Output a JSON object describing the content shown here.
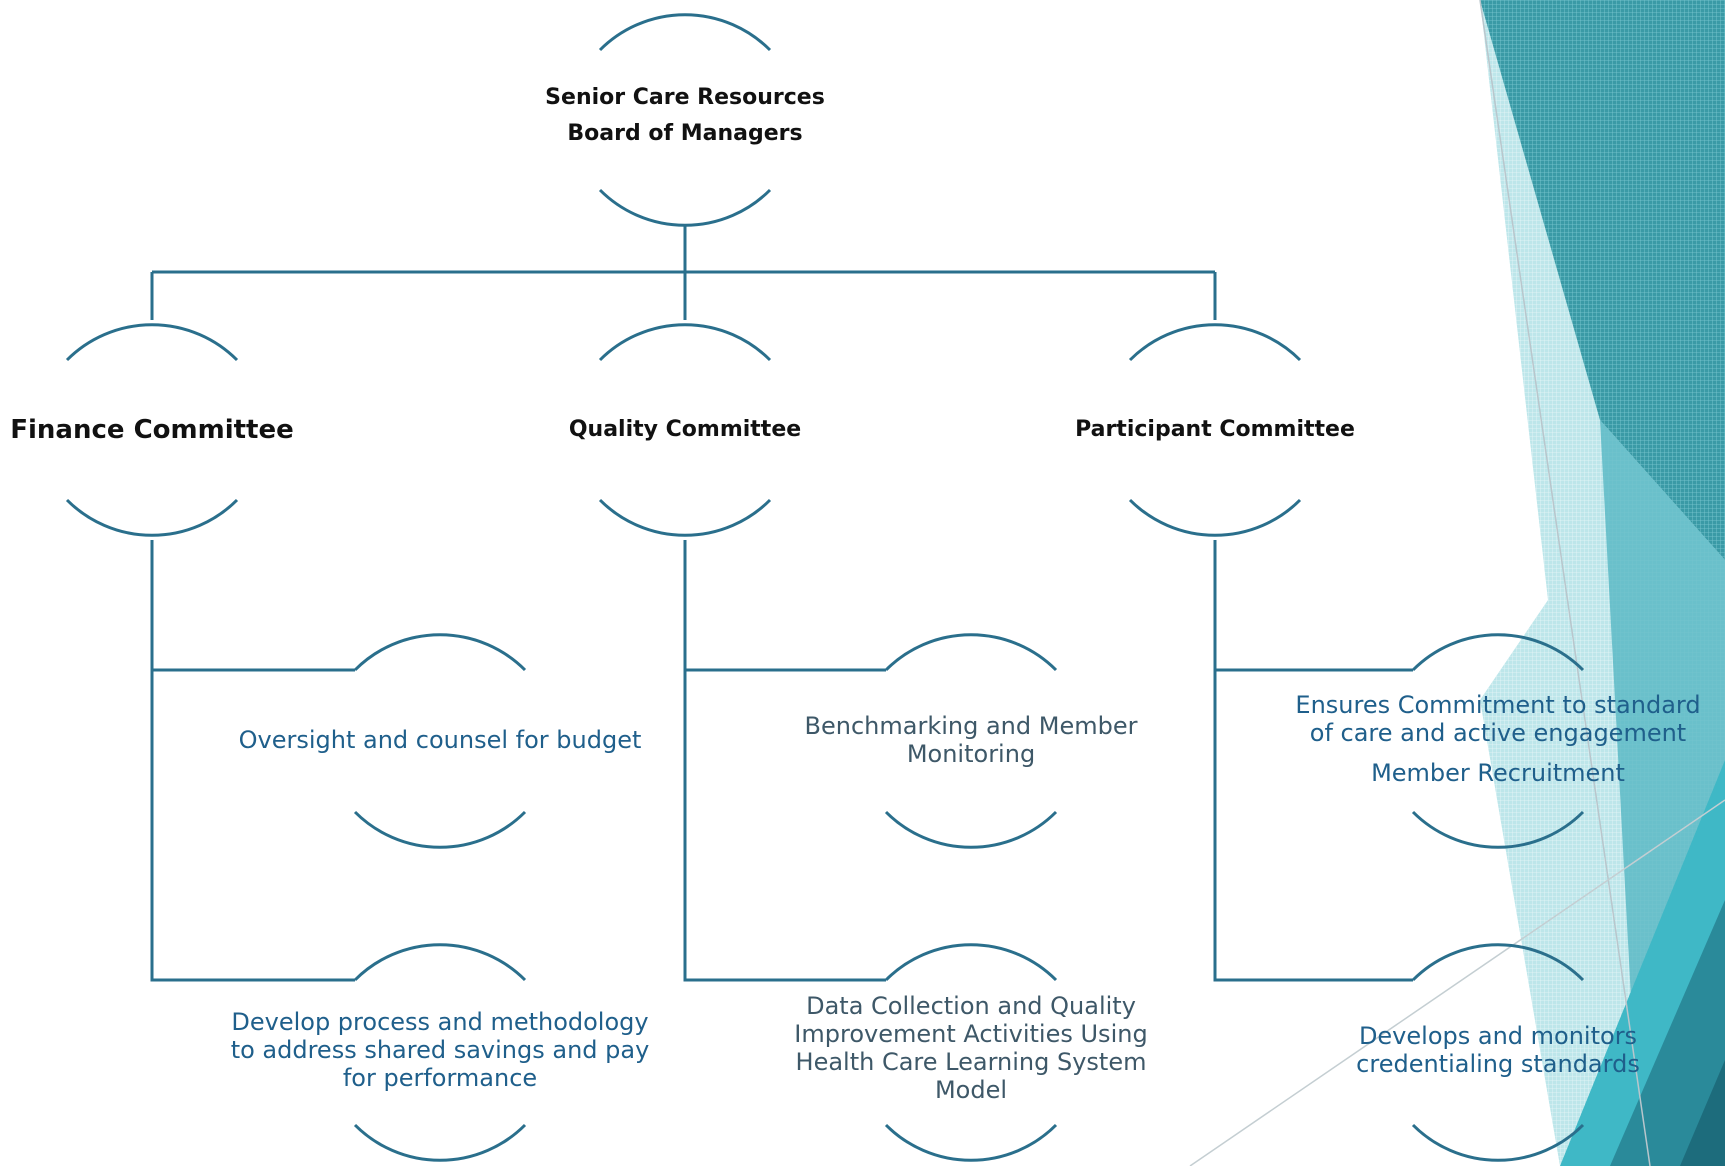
{
  "colors": {
    "connector": "#2a6f8c",
    "node_text_dark": "#111111",
    "node_text_blue": "#1f5f8b",
    "accent_teal": "#3fb8c6",
    "accent_dark_teal": "#2a8a9a"
  },
  "board": {
    "line1": "Senior Care Resources",
    "line2": "Board of Managers"
  },
  "committees": {
    "finance": {
      "label": "Finance Committee"
    },
    "quality": {
      "label": "Quality Committee"
    },
    "participant": {
      "label": "Participant Committee"
    }
  },
  "tasks": {
    "finance_1": {
      "line1": "Oversight and counsel for budget"
    },
    "finance_2": {
      "line1": "Develop process and methodology",
      "line2": "to address shared savings and pay",
      "line3": "for performance"
    },
    "quality_1": {
      "line1": "Benchmarking and Member",
      "line2": "Monitoring"
    },
    "quality_2": {
      "line1": "Data Collection and Quality",
      "line2": "Improvement Activities Using",
      "line3": "Health Care Learning System",
      "line4": "Model"
    },
    "participant_1": {
      "line1": "Ensures Commitment to standard",
      "line2": "of care and active engagement",
      "line3": "Member Recruitment"
    },
    "participant_2": {
      "line1": "Develops and monitors",
      "line2": "credentialing standards"
    }
  }
}
